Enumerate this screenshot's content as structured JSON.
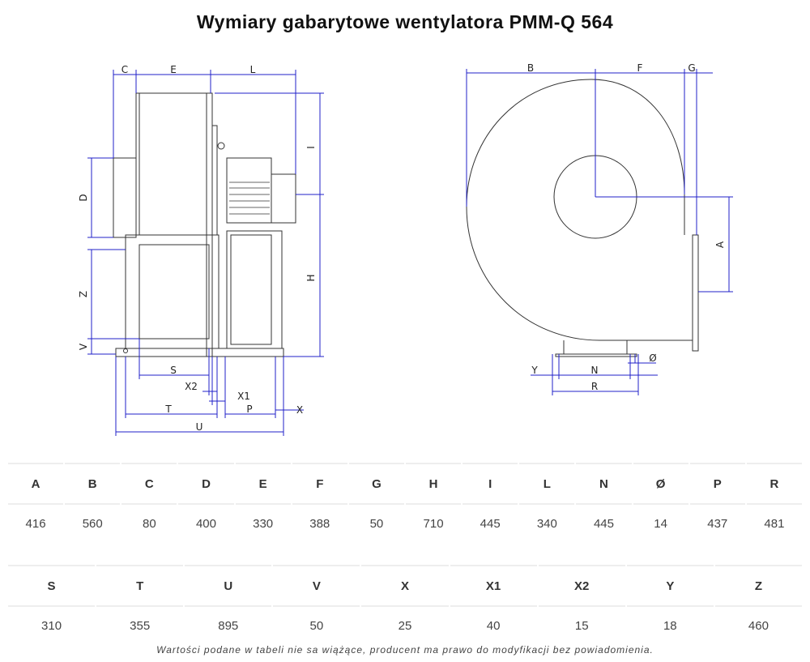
{
  "title": "Wymiary gabarytowe wentylatora PMM-Q 564",
  "drawing_labels": {
    "C": "C",
    "E": "E",
    "L": "L",
    "I": "I",
    "H": "H",
    "D": "D",
    "Z": "Z",
    "V": "V",
    "S": "S",
    "X2": "X2",
    "X1": "X1",
    "T": "T",
    "P": "P",
    "X": "X",
    "U": "U",
    "B": "B",
    "F": "F",
    "G": "G",
    "A": "A",
    "Y": "Y",
    "N": "N",
    "R": "R",
    "O": "Ø"
  },
  "table1": {
    "headers": [
      "A",
      "B",
      "C",
      "D",
      "E",
      "F",
      "G",
      "H",
      "I",
      "L",
      "N",
      "Ø",
      "P",
      "R"
    ],
    "values": [
      "416",
      "560",
      "80",
      "400",
      "330",
      "388",
      "50",
      "710",
      "445",
      "340",
      "445",
      "14",
      "437",
      "481"
    ]
  },
  "table2": {
    "headers": [
      "S",
      "T",
      "U",
      "V",
      "X",
      "X1",
      "X2",
      "Y",
      "Z"
    ],
    "values": [
      "310",
      "355",
      "895",
      "50",
      "25",
      "40",
      "15",
      "18",
      "460"
    ]
  },
  "note": "Wartości podane w tabeli nie sa wiążące, producent ma prawo do modyfikacji bez powiadomienia."
}
